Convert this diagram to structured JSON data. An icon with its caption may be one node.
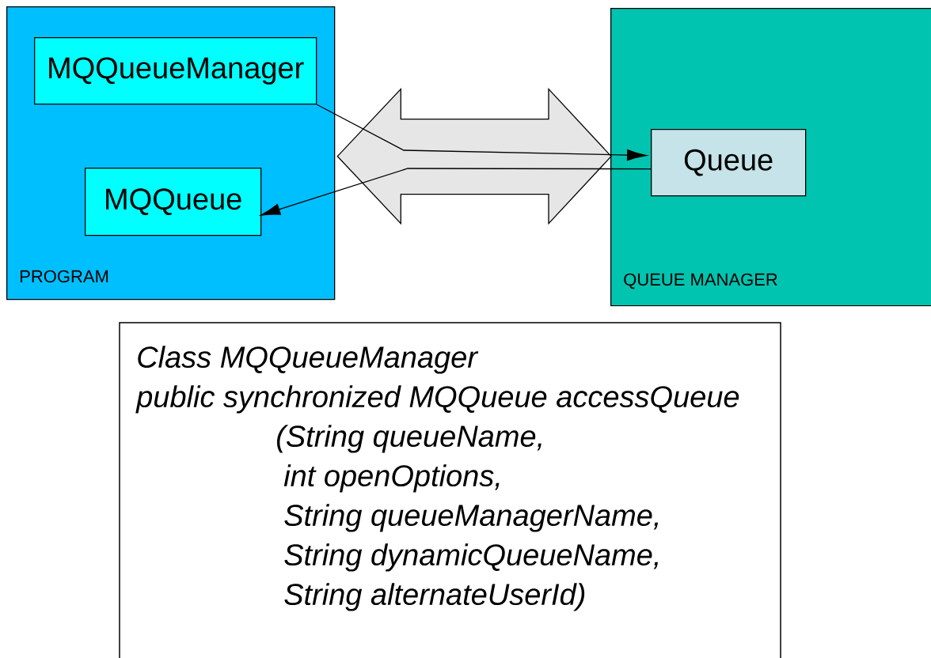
{
  "diagram": {
    "nodes": [
      {
        "text": [
          "PROGRAM"
        ]
      },
      {
        "text": [
          "MQQueueManager"
        ],
        "in": 0
      },
      {
        "text": [
          "MQQueue"
        ],
        "in": 0
      },
      {
        "text": [
          "QUEUE MANAGER"
        ]
      },
      {
        "text": [
          "Queue"
        ],
        "in": 3
      },
      {
        "text": [
          "Class MQQueueManager",
          "public synchronized MQQueue accessQueue",
          "(String queueName,",
          "int openOptions,",
          "String queueManagerName,",
          "String dynamicQueueName,",
          "String alternateUserId)"
        ]
      }
    ],
    "edges": [
      {
        "from": 1,
        "to": 4,
        "arrow": "to"
      },
      {
        "from": 4,
        "to": 2,
        "arrow": "to"
      },
      {
        "from": 0,
        "to": 3,
        "arrow": "both",
        "style": "thick",
        "color": "#e6e6e6"
      }
    ]
  }
}
